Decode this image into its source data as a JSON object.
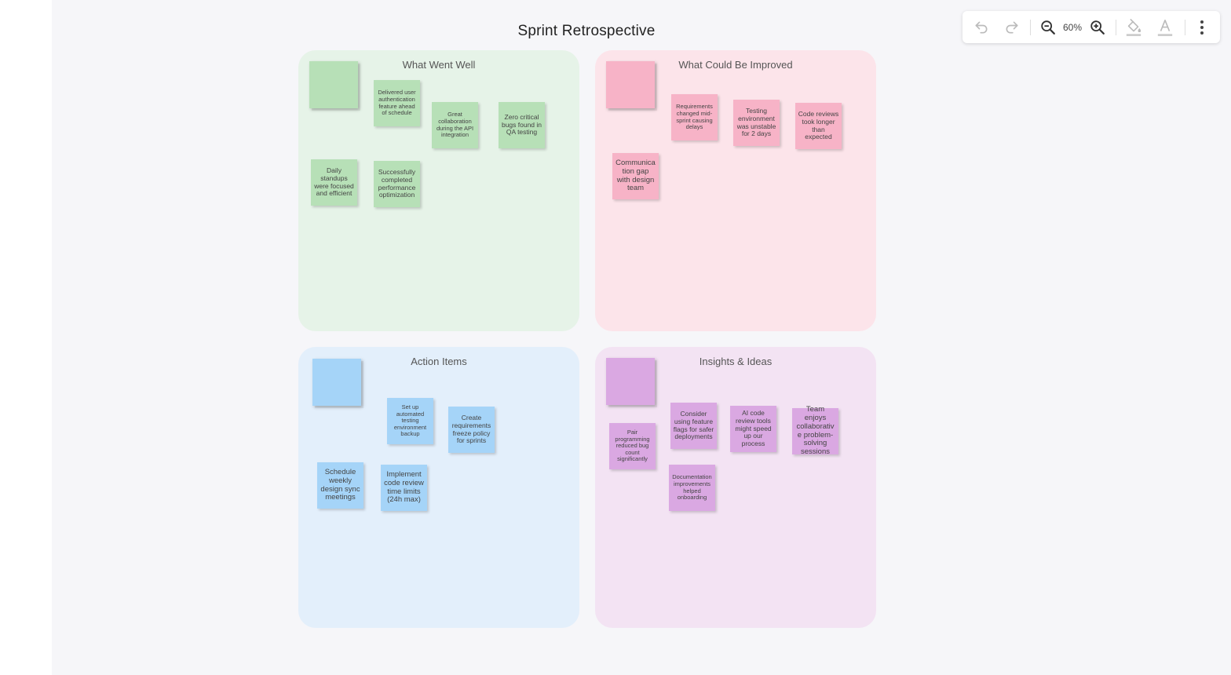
{
  "board": {
    "title": "Sprint Retrospective"
  },
  "toolbar": {
    "zoom": "60%",
    "icons": [
      "undo-icon",
      "redo-icon",
      "zoom-out-icon",
      "zoom-in-icon",
      "fill-color-icon",
      "text-color-icon",
      "more-icon"
    ]
  },
  "colors": {
    "green_bg": "#e6f3e8",
    "green_note": "#b7e0b7",
    "pink_bg": "#fce4ea",
    "pink_note": "#f7b3c7",
    "blue_bg": "#e3effb",
    "blue_note": "#a5d4f8",
    "purple_bg": "#f3e3f3",
    "purple_note": "#daa8e2"
  },
  "quadrants": [
    {
      "title": "What Went Well",
      "notes": [
        "Delivered user authentication feature ahead of schedule",
        "Great collaboration during the API integration",
        "Zero critical bugs found in QA testing",
        "Daily standups were focused and efficient",
        "Successfully completed performance optimization"
      ]
    },
    {
      "title": "What Could Be Improved",
      "notes": [
        "Requirements changed mid-sprint causing delays",
        "Testing environment was unstable for 2 days",
        "Code reviews took longer than expected",
        "Communication gap with design team"
      ]
    },
    {
      "title": "Action Items",
      "notes": [
        "Set up automated testing environment backup",
        "Create requirements freeze policy for sprints",
        "Schedule weekly design sync meetings",
        "Implement code review time limits (24h max)"
      ]
    },
    {
      "title": "Insights & Ideas",
      "notes": [
        "Consider using feature flags for safer deployments",
        "AI code review tools might speed up our process",
        "Team enjoys collaborative problem-solving sessions",
        "Pair programming reduced bug count significantly",
        "Documentation improvements helped onboarding"
      ]
    }
  ]
}
